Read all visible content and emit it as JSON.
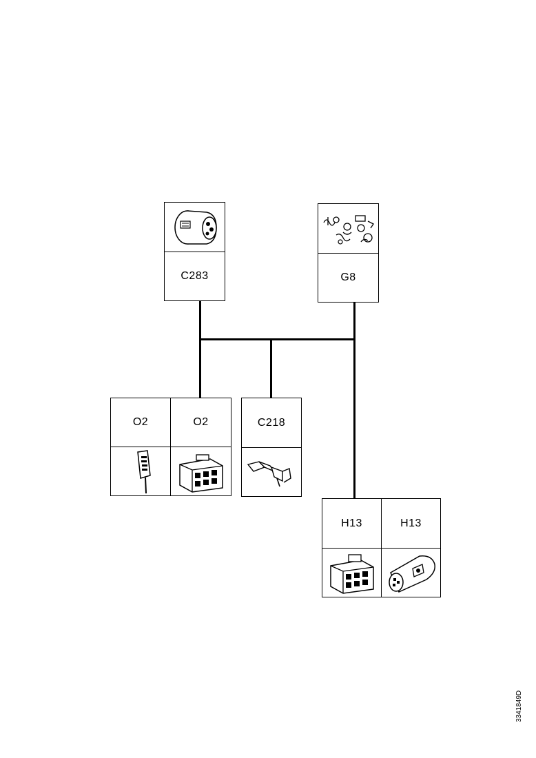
{
  "connectors": {
    "c283": {
      "label": "C283",
      "icon": "round-connector-icon"
    },
    "g8": {
      "label": "G8",
      "icon": "ground-terminals-icon"
    },
    "o2_left": {
      "label": "O2",
      "icon": "handset-connector-icon"
    },
    "o2_right": {
      "label": "O2",
      "icon": "multi-pin-connector-icon"
    },
    "c218": {
      "label": "C218",
      "icon": "terminal-pin-icon"
    },
    "h13_left": {
      "label": "H13",
      "icon": "multi-pin-connector-icon"
    },
    "h13_right": {
      "label": "H13",
      "icon": "cylindrical-connector-icon"
    }
  },
  "footer": {
    "code": "3341849D"
  }
}
